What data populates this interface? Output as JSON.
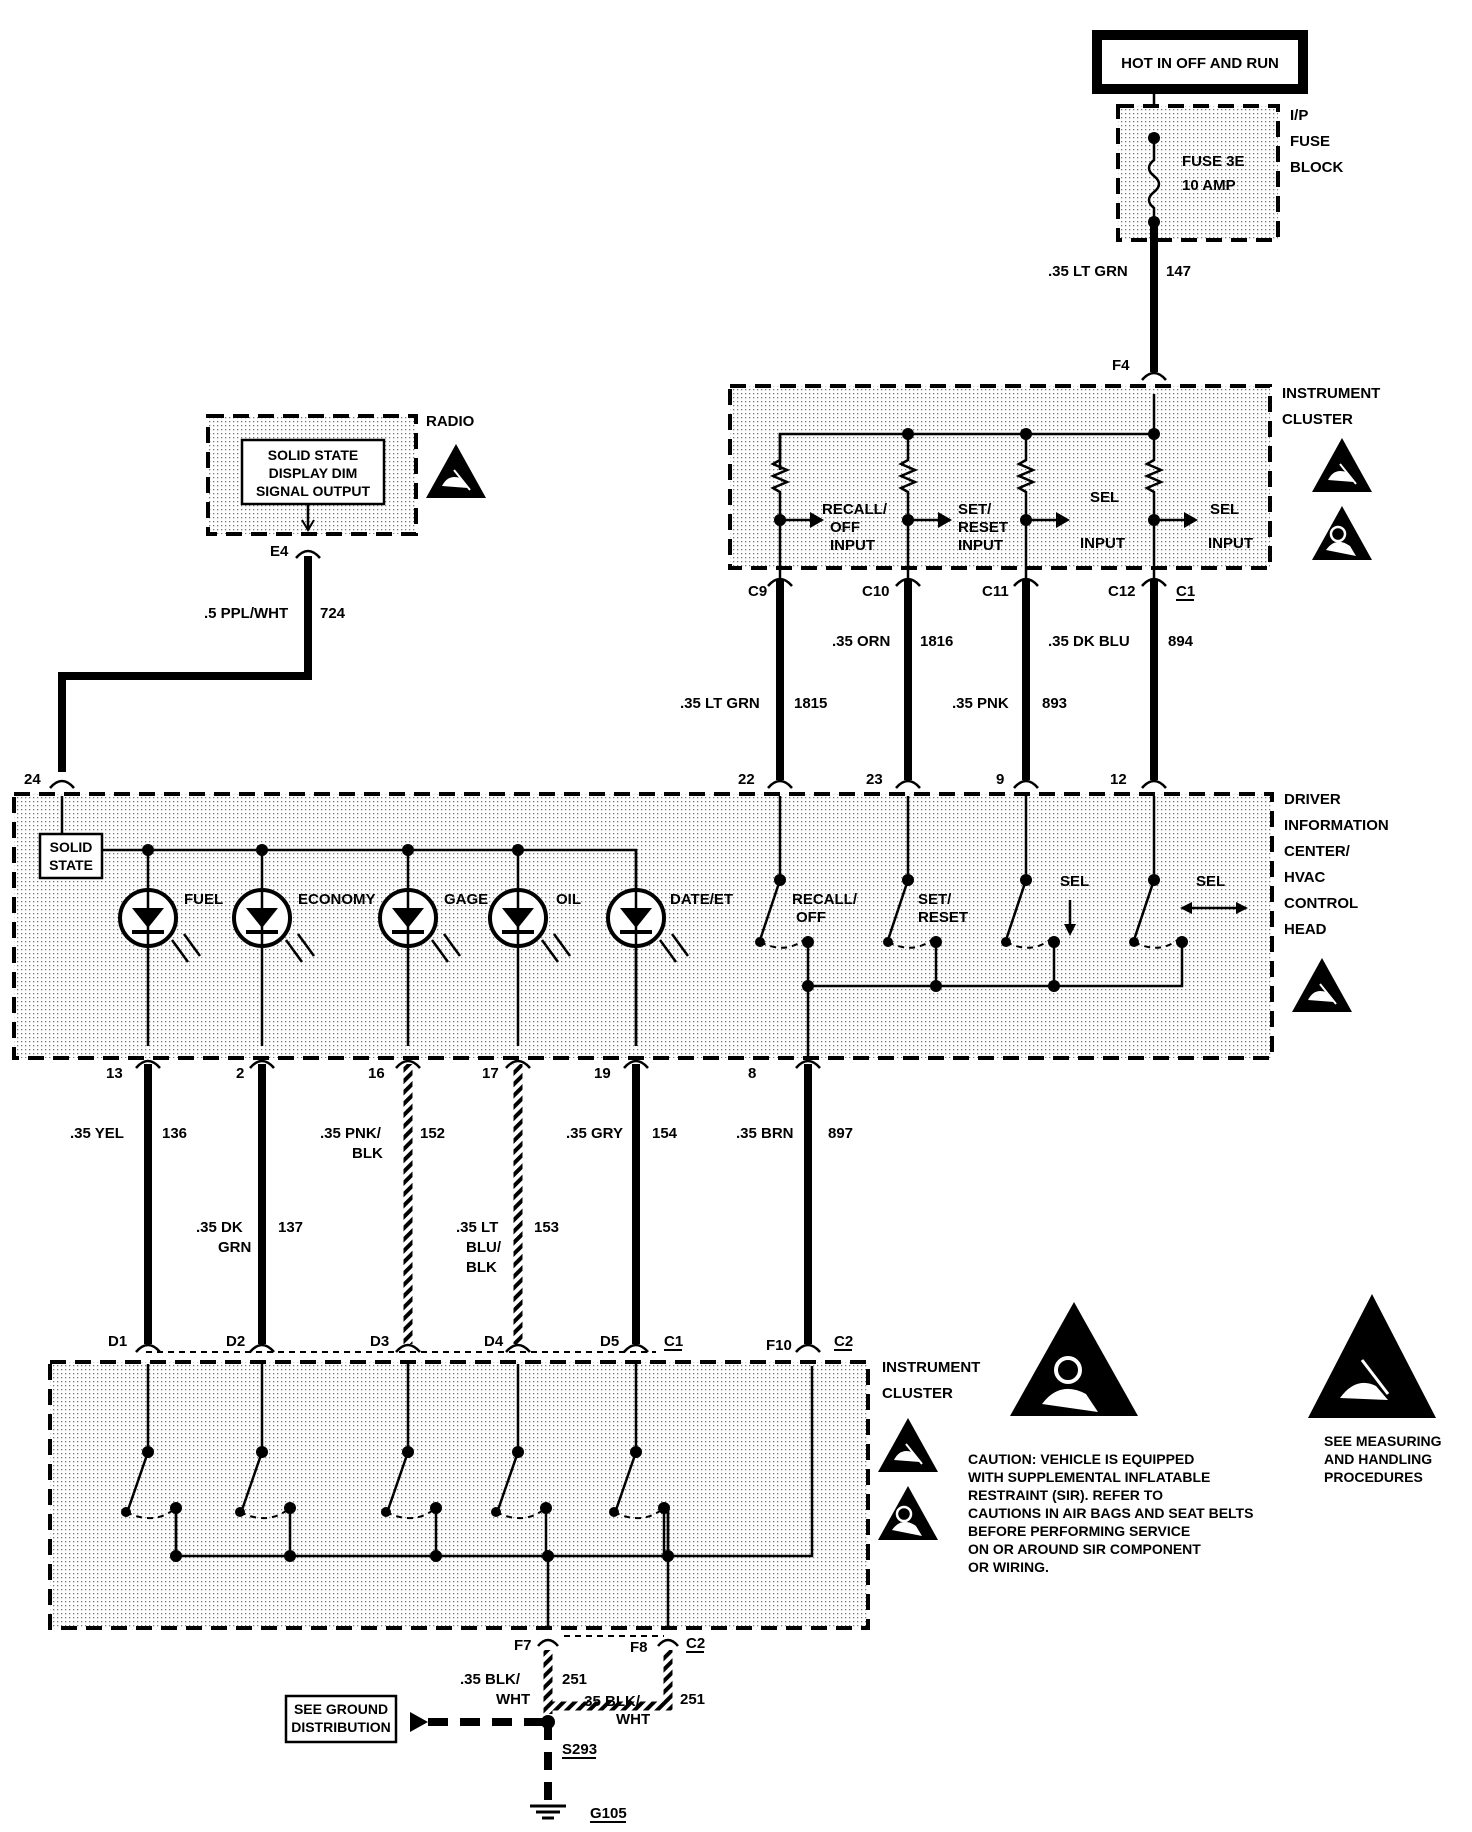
{
  "power": {
    "hot_label": "HOT IN OFF AND RUN"
  },
  "fuse_block": {
    "name_lines": [
      "I/P",
      "FUSE",
      "BLOCK"
    ],
    "fuse_name": "FUSE 3E",
    "fuse_rating": "10 AMP"
  },
  "wire_top": {
    "gauge_color": ".35 LT GRN",
    "circuit": "147",
    "connector": "F4"
  },
  "cluster_top": {
    "name_lines": [
      "INSTRUMENT",
      "CLUSTER"
    ],
    "inputs": [
      {
        "label_lines": [
          "RECALL/",
          "OFF",
          "INPUT"
        ],
        "pin": "C9"
      },
      {
        "label_lines": [
          "SET/",
          "RESET",
          "INPUT"
        ],
        "pin": "C10"
      },
      {
        "label_lines": [
          "SEL",
          "INPUT"
        ],
        "pin": "C11"
      },
      {
        "label_lines": [
          "SEL",
          "INPUT"
        ],
        "pin": "C12"
      }
    ],
    "connector_id": "C1"
  },
  "radio": {
    "name": "RADIO",
    "output_lines": [
      "SOLID STATE",
      "DISPLAY DIM",
      "SIGNAL OUTPUT"
    ],
    "pin": "E4"
  },
  "wire_radio": {
    "gauge_color": ".5 PPL/WHT",
    "circuit": "724"
  },
  "cluster_wires": [
    {
      "gauge_color": ".35 LT GRN",
      "circuit": "1815",
      "dic_pin": "22"
    },
    {
      "gauge_color": ".35 ORN",
      "circuit": "1816",
      "dic_pin": "23"
    },
    {
      "gauge_color": ".35 PNK",
      "circuit": "893",
      "dic_pin": "9"
    },
    {
      "gauge_color": ".35 DK BLU",
      "circuit": "894",
      "dic_pin": "12"
    }
  ],
  "dic": {
    "name_lines": [
      "DRIVER",
      "INFORMATION",
      "CENTER/",
      "HVAC",
      "CONTROL",
      "HEAD"
    ],
    "radio_pin": "24",
    "solid_state_lines": [
      "SOLID",
      "STATE"
    ],
    "leds": [
      "FUEL",
      "ECONOMY",
      "GAGE",
      "OIL",
      "DATE/ET"
    ],
    "switches": [
      [
        "RECALL/",
        "OFF"
      ],
      [
        "SET/",
        "RESET"
      ],
      [
        "SEL"
      ],
      [
        "SEL"
      ]
    ]
  },
  "lower_wires": [
    {
      "dic_pin": "13",
      "gauge_color_lines": [
        ".35 YEL"
      ],
      "circuit": "136",
      "cluster_pin": "D1"
    },
    {
      "dic_pin": "2",
      "gauge_color_lines": [
        ".35 DK",
        "GRN"
      ],
      "circuit": "137",
      "cluster_pin": "D2"
    },
    {
      "dic_pin": "16",
      "gauge_color_lines": [
        ".35 PNK/",
        "BLK"
      ],
      "circuit": "152",
      "cluster_pin": "D3"
    },
    {
      "dic_pin": "17",
      "gauge_color_lines": [
        ".35 LT",
        "BLU/",
        "BLK"
      ],
      "circuit": "153",
      "cluster_pin": "D4"
    },
    {
      "dic_pin": "19",
      "gauge_color_lines": [
        ".35 GRY"
      ],
      "circuit": "154",
      "cluster_pin": "D5"
    },
    {
      "dic_pin": "8",
      "gauge_color_lines": [
        ".35 BRN"
      ],
      "circuit": "897",
      "cluster_pin": "F10"
    }
  ],
  "cluster_bottom": {
    "name_lines": [
      "INSTRUMENT",
      "CLUSTER"
    ],
    "conn_c1": "C1",
    "conn_c2": "C2"
  },
  "ground": {
    "f7": "F7",
    "f8": "F8",
    "c2": "C2",
    "wire_left_lines": [
      ".35 BLK/",
      "WHT"
    ],
    "wire_right_lines": [
      ".35 BLK/",
      "WHT"
    ],
    "circuit": "251",
    "see_ground_lines": [
      "SEE GROUND",
      "DISTRIBUTION"
    ],
    "splice": "S293",
    "ground_id": "G105"
  },
  "notes": {
    "caution_lines": [
      "CAUTION: VEHICLE IS EQUIPPED",
      "WITH SUPPLEMENTAL INFLATABLE",
      "RESTRAINT (SIR). REFER TO",
      "CAUTIONS IN AIR BAGS AND SEAT BELTS",
      "BEFORE PERFORMING SERVICE",
      "ON OR AROUND SIR COMPONENT",
      "OR WIRING."
    ],
    "esd_lines": [
      "SEE MEASURING",
      "AND HANDLING",
      "PROCEDURES"
    ]
  }
}
